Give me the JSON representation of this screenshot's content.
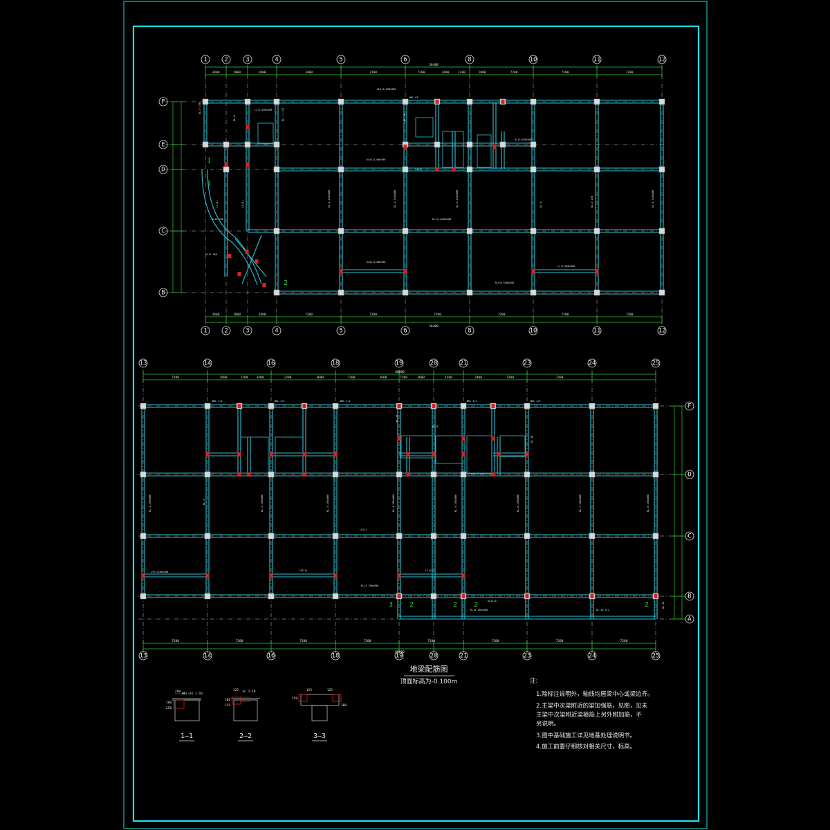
{
  "plan_title": "地梁配筋图",
  "plan_subtitle": "顶面标高为-0.100m",
  "top_plan": {
    "x_axes": [
      "1",
      "2",
      "3",
      "4",
      "5",
      "6",
      "8",
      "10",
      "11",
      "12"
    ],
    "y_axes": [
      "F",
      "E",
      "D",
      "C",
      "B"
    ],
    "top_dims": [
      "3400",
      "2800",
      "1800",
      "3400",
      "7200",
      "7200",
      "3400",
      "1200",
      "1800",
      "7200",
      "7200",
      "7200"
    ],
    "total_dim": "56400",
    "bottom_dims": [
      "3400",
      "2800",
      "3400",
      "7200",
      "7200",
      "7200",
      "7200",
      "7200",
      "7200"
    ],
    "section_marks": [
      "1",
      "1",
      "2"
    ]
  },
  "bottom_plan": {
    "x_axes": [
      "13",
      "14",
      "16",
      "18",
      "19",
      "20",
      "21",
      "23",
      "24",
      "25"
    ],
    "y_axes": [
      "F",
      "D",
      "C",
      "B",
      "A"
    ],
    "top_dims": [
      "7200",
      "3600",
      "1200",
      "3400",
      "1200",
      "3600",
      "7200",
      "3600",
      "7200",
      "3600",
      "1200",
      "3400",
      "7200",
      "7200"
    ],
    "total_dim": "60000",
    "bottom_dims": [
      "7200",
      "7200",
      "7200",
      "7200",
      "7200",
      "7200",
      "7200",
      "7200"
    ],
    "section_marks": [
      "3",
      "2",
      "2",
      "2",
      "2"
    ]
  },
  "sections": [
    {
      "label": "1—1",
      "dims": [
        "200",
        "WKL-01 1:10",
        "100",
        "250"
      ]
    },
    {
      "label": "2—2",
      "dims": [
        "125",
        "SL 1:10",
        "100",
        "125"
      ]
    },
    {
      "label": "3—3",
      "dims": [
        "125",
        "125",
        "250",
        "100"
      ]
    }
  ],
  "notes": {
    "header": "注:",
    "items": [
      "1.除标注说明外，轴线均居梁中心或梁边齐。",
      "2.主梁中次梁附近的梁加强筋，见图，见未",
      "  主梁中次梁附近梁箍筋上另外附加筋，不",
      "  另说明。",
      "3.图中基础施工详见地基处理说明书。",
      "4.施工前要仔细核对相关尺寸，标高。"
    ]
  },
  "colors": {
    "frame": "#1ee0e6",
    "beam": "#2ec4d6",
    "dimension": "#2fd22f",
    "highlight": "#e02020",
    "column": "#d8d8d8"
  }
}
